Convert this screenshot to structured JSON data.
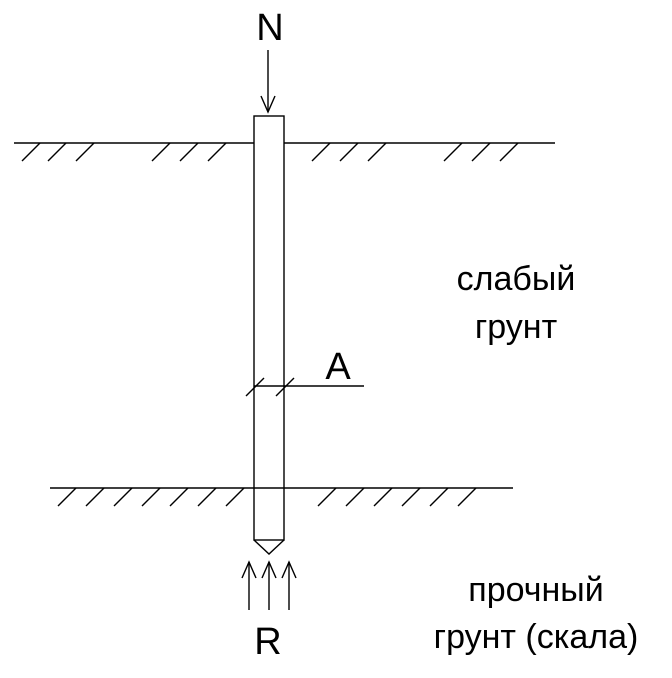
{
  "labels": {
    "load": "N",
    "section": "A",
    "reaction": "R",
    "weak_soil_line1": "слабый",
    "weak_soil_line2": "грунт",
    "strong_soil_line1": "прочный",
    "strong_soil_line2": "грунт (скала)"
  },
  "colors": {
    "ink": "#000000",
    "background": "#ffffff"
  }
}
